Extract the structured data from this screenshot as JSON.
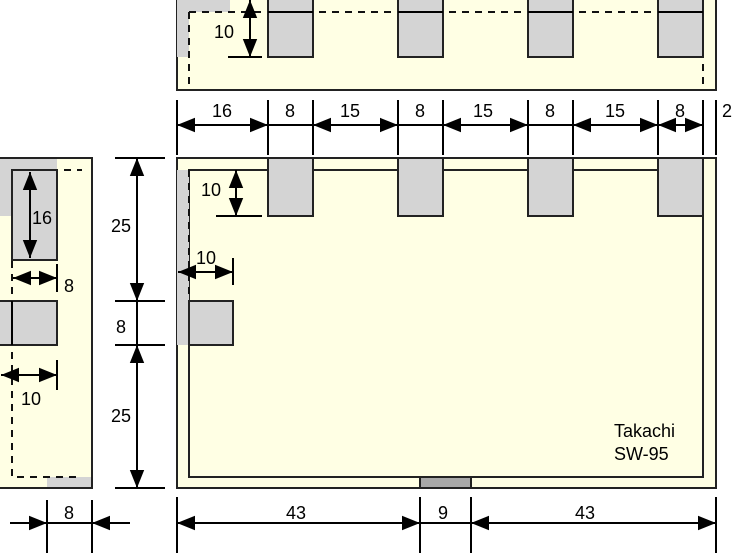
{
  "colors": {
    "panel": "#ffffe4",
    "cutout": "#d4d4d4",
    "foot": "#a8a8a8"
  },
  "top_view": {
    "dim_depth": "10",
    "dims": [
      "16",
      "8",
      "15",
      "8",
      "15",
      "8",
      "15",
      "8",
      "2"
    ]
  },
  "front_view": {
    "dim_tab_depth": "10",
    "dim_side_width": "10",
    "dims_vertical": [
      "25",
      "8",
      "25"
    ],
    "dims_bottom": [
      "43",
      "9",
      "43"
    ],
    "label_brand": "Takachi",
    "label_model": "SW-95"
  },
  "side_view": {
    "dim_slot_height": "16",
    "dim_slot_width": "8",
    "dim_block_width": "10",
    "dim_bottom": "8"
  }
}
